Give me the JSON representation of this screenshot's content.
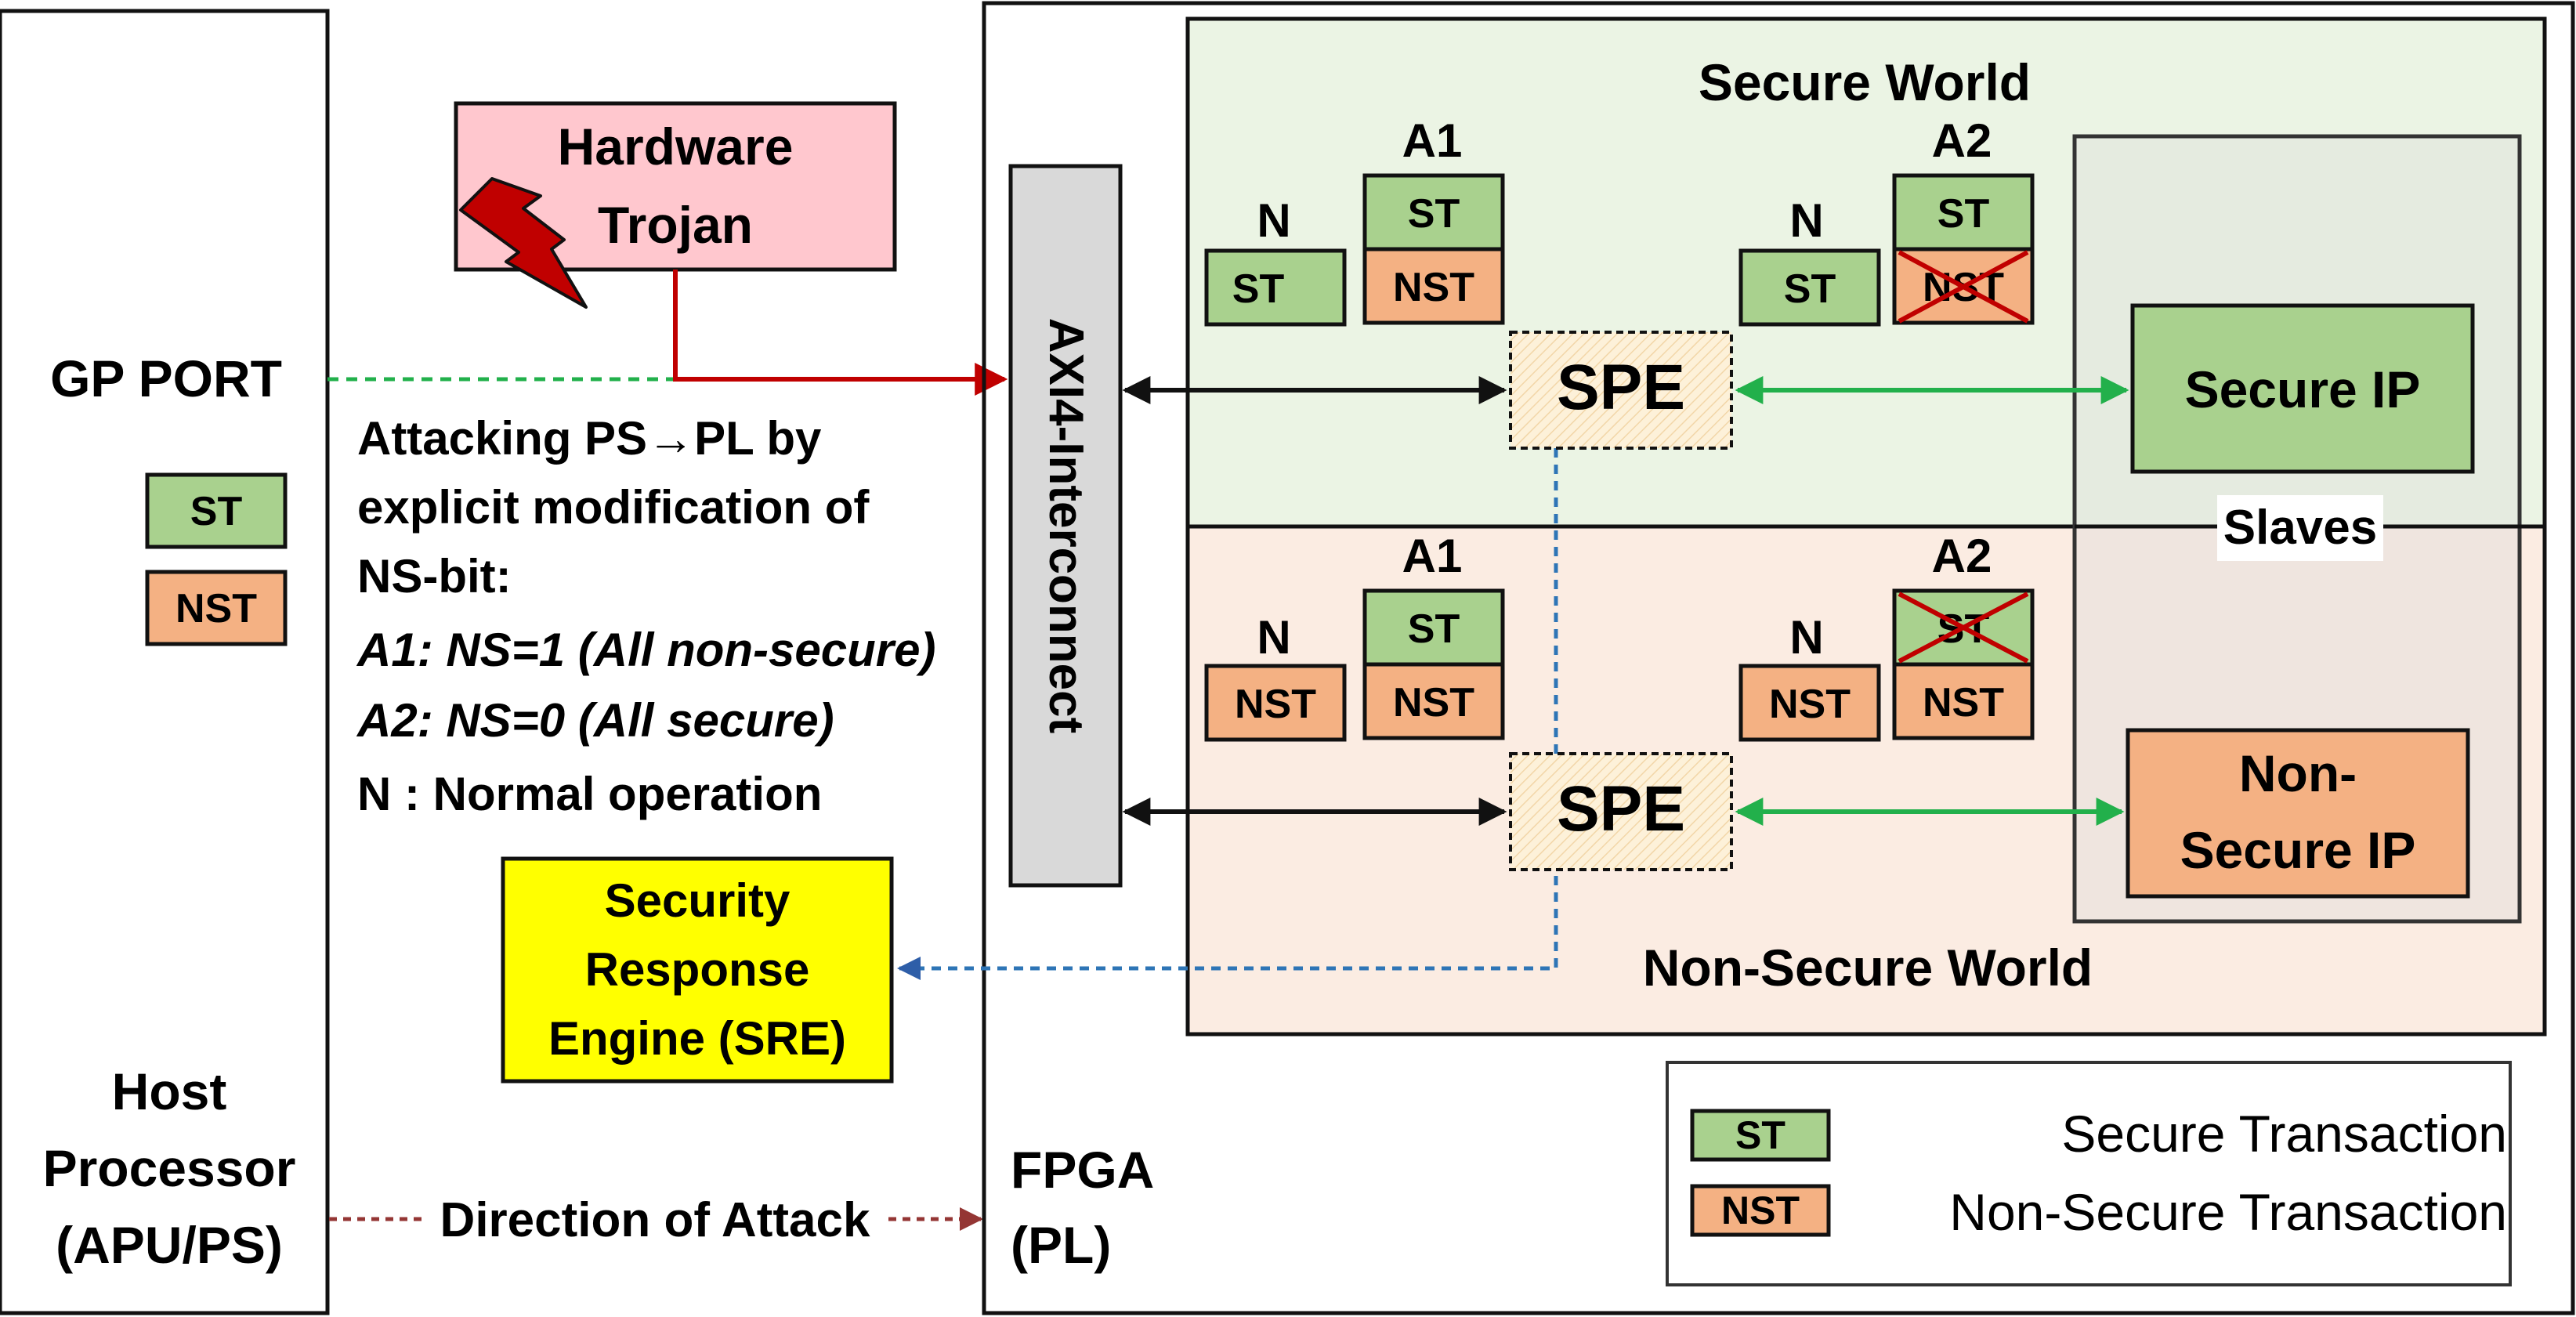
{
  "host": {
    "l1": "Host",
    "l2": "Processor",
    "l3": "(APU/PS)"
  },
  "gp_port": "GP PORT",
  "host_legend": {
    "st": "ST",
    "nst": "NST"
  },
  "trojan": {
    "l1": "Hardware",
    "l2": "Trojan"
  },
  "attack_text": {
    "l1": "Attacking PS→PL by",
    "l2": "explicit modification of",
    "l3": "NS-bit:",
    "a1": "A1: NS=1 (All non-secure)",
    "a2": "A2: NS=0 (All secure)",
    "n": "N  : Normal operation"
  },
  "sre": {
    "l1": "Security",
    "l2": "Response",
    "l3": "Engine (SRE)"
  },
  "direction": "Direction of Attack",
  "fpga": {
    "l1": "FPGA",
    "l2": "(PL)"
  },
  "interconnect": "AXI4-Interconnect",
  "secure_world": "Secure World",
  "non_secure_world": "Non-Secure World",
  "slaves": "Slaves",
  "secure_ip": "Secure IP",
  "nonsecure_ip": {
    "l1": "Non-",
    "l2": "Secure IP"
  },
  "spe": "SPE",
  "tx": {
    "n": "N",
    "a1": "A1",
    "a2": "A2",
    "st": "ST",
    "nst": "NST"
  },
  "legend": {
    "st_tag": "ST",
    "st_desc": "Secure Transaction",
    "nst_tag": "NST",
    "nst_desc": "Non-Secure Transaction"
  },
  "colors": {
    "st_green": "#a9d18e",
    "nst_orange": "#f4b183",
    "trojan_fill": "#ffc7ce",
    "sre_yellow": "#ffff00",
    "secure_bg": "#ebf4e4",
    "nonsecure_bg": "#fbece2",
    "attack_red": "#c00000",
    "link_green": "#22b04b",
    "dashed_blue": "#2e75b6",
    "direction_brown": "#943634",
    "interconnect_gray": "#d9d9d9"
  }
}
